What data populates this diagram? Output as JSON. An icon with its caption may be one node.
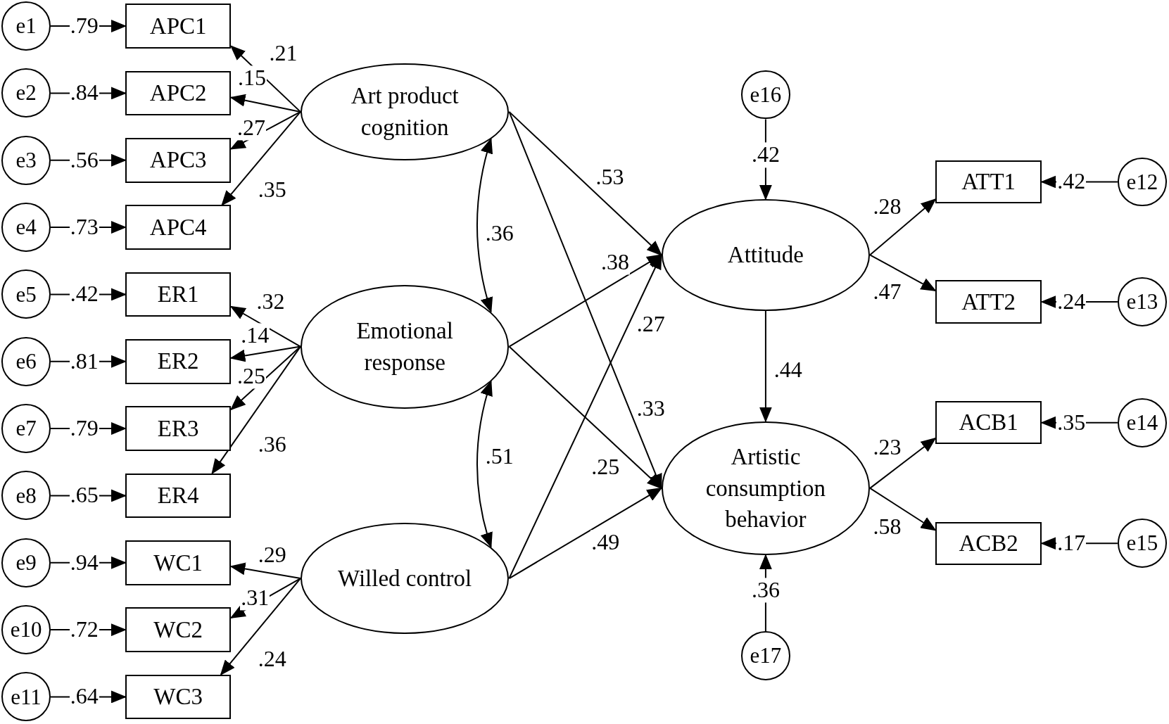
{
  "diagram": {
    "nodes": [
      {
        "text": [
          "e1"
        ]
      },
      {
        "text": [
          "e2"
        ]
      },
      {
        "text": [
          "e3"
        ]
      },
      {
        "text": [
          "e4"
        ]
      },
      {
        "text": [
          "e5"
        ]
      },
      {
        "text": [
          "e6"
        ]
      },
      {
        "text": [
          "e7"
        ]
      },
      {
        "text": [
          "e8"
        ]
      },
      {
        "text": [
          "e9"
        ]
      },
      {
        "text": [
          "e10"
        ]
      },
      {
        "text": [
          "e11"
        ]
      },
      {
        "text": [
          "APC1"
        ]
      },
      {
        "text": [
          "APC2"
        ]
      },
      {
        "text": [
          "APC3"
        ]
      },
      {
        "text": [
          "APC4"
        ]
      },
      {
        "text": [
          "ER1"
        ]
      },
      {
        "text": [
          "ER2"
        ]
      },
      {
        "text": [
          "ER3"
        ]
      },
      {
        "text": [
          "ER4"
        ]
      },
      {
        "text": [
          "WC1"
        ]
      },
      {
        "text": [
          "WC2"
        ]
      },
      {
        "text": [
          "WC3"
        ]
      },
      {
        "text": [
          "Art product cognition"
        ]
      },
      {
        "text": [
          "Emotional response"
        ]
      },
      {
        "text": [
          "Willed control"
        ]
      },
      {
        "text": [
          "e16"
        ]
      },
      {
        "text": [
          "Attitude"
        ]
      },
      {
        "text": [
          "Artistic consumption behavior"
        ]
      },
      {
        "text": [
          "e17"
        ]
      },
      {
        "text": [
          "ATT1"
        ]
      },
      {
        "text": [
          "ATT2"
        ]
      },
      {
        "text": [
          "ACB1"
        ]
      },
      {
        "text": [
          "ACB2"
        ]
      },
      {
        "text": [
          "e12"
        ]
      },
      {
        "text": [
          "e13"
        ]
      },
      {
        "text": [
          "e14"
        ]
      },
      {
        "text": [
          "e15"
        ]
      }
    ],
    "edges": [
      {
        "from": 0,
        "to": 11,
        "arrow": "to",
        "label": ".79"
      },
      {
        "from": 1,
        "to": 12,
        "arrow": "to",
        "label": ".84"
      },
      {
        "from": 2,
        "to": 13,
        "arrow": "to",
        "label": ".56"
      },
      {
        "from": 3,
        "to": 14,
        "arrow": "to",
        "label": ".73"
      },
      {
        "from": 4,
        "to": 15,
        "arrow": "to",
        "label": ".42"
      },
      {
        "from": 5,
        "to": 16,
        "arrow": "to",
        "label": ".81"
      },
      {
        "from": 6,
        "to": 17,
        "arrow": "to",
        "label": ".79"
      },
      {
        "from": 7,
        "to": 18,
        "arrow": "to",
        "label": ".65"
      },
      {
        "from": 8,
        "to": 19,
        "arrow": "to",
        "label": ".94"
      },
      {
        "from": 9,
        "to": 20,
        "arrow": "to",
        "label": ".72"
      },
      {
        "from": 10,
        "to": 21,
        "arrow": "to",
        "label": ".64"
      },
      {
        "from": 22,
        "to": 11,
        "arrow": "to",
        "label": ".21"
      },
      {
        "from": 22,
        "to": 12,
        "arrow": "to",
        "label": ".15"
      },
      {
        "from": 22,
        "to": 13,
        "arrow": "to",
        "label": ".27"
      },
      {
        "from": 22,
        "to": 14,
        "arrow": "to",
        "label": ".35"
      },
      {
        "from": 23,
        "to": 15,
        "arrow": "to",
        "label": ".32"
      },
      {
        "from": 23,
        "to": 16,
        "arrow": "to",
        "label": ".14"
      },
      {
        "from": 23,
        "to": 17,
        "arrow": "to",
        "label": ".25"
      },
      {
        "from": 23,
        "to": 18,
        "arrow": "to",
        "label": ".36"
      },
      {
        "from": 24,
        "to": 19,
        "arrow": "to",
        "label": ".29"
      },
      {
        "from": 24,
        "to": 20,
        "arrow": "to",
        "label": ".31"
      },
      {
        "from": 24,
        "to": 21,
        "arrow": "to",
        "label": ".24"
      },
      {
        "from": 22,
        "to": 23,
        "arrow": "both",
        "label": ".36"
      },
      {
        "from": 23,
        "to": 24,
        "arrow": "both",
        "label": ".51"
      },
      {
        "from": 22,
        "to": 26,
        "arrow": "to",
        "label": ".53"
      },
      {
        "from": 23,
        "to": 26,
        "arrow": "to",
        "label": ".38"
      },
      {
        "from": 24,
        "to": 26,
        "arrow": "to",
        "label": ".27"
      },
      {
        "from": 22,
        "to": 27,
        "arrow": "to",
        "label": ".33"
      },
      {
        "from": 23,
        "to": 27,
        "arrow": "to",
        "label": ".25"
      },
      {
        "from": 24,
        "to": 27,
        "arrow": "to",
        "label": ".49"
      },
      {
        "from": 26,
        "to": 27,
        "arrow": "to",
        "label": ".44"
      },
      {
        "from": 25,
        "to": 26,
        "arrow": "to",
        "label": ".42"
      },
      {
        "from": 28,
        "to": 27,
        "arrow": "to",
        "label": ".36"
      },
      {
        "from": 26,
        "to": 29,
        "arrow": "to",
        "label": ".28"
      },
      {
        "from": 26,
        "to": 30,
        "arrow": "to",
        "label": ".47"
      },
      {
        "from": 27,
        "to": 31,
        "arrow": "to",
        "label": ".23"
      },
      {
        "from": 27,
        "to": 32,
        "arrow": "to",
        "label": ".58"
      },
      {
        "from": 33,
        "to": 29,
        "arrow": "to",
        "label": ".42"
      },
      {
        "from": 34,
        "to": 30,
        "arrow": "to",
        "label": ".24"
      },
      {
        "from": 35,
        "to": 31,
        "arrow": "to",
        "label": ".35"
      },
      {
        "from": 36,
        "to": 32,
        "arrow": "to",
        "label": ".17"
      }
    ]
  }
}
